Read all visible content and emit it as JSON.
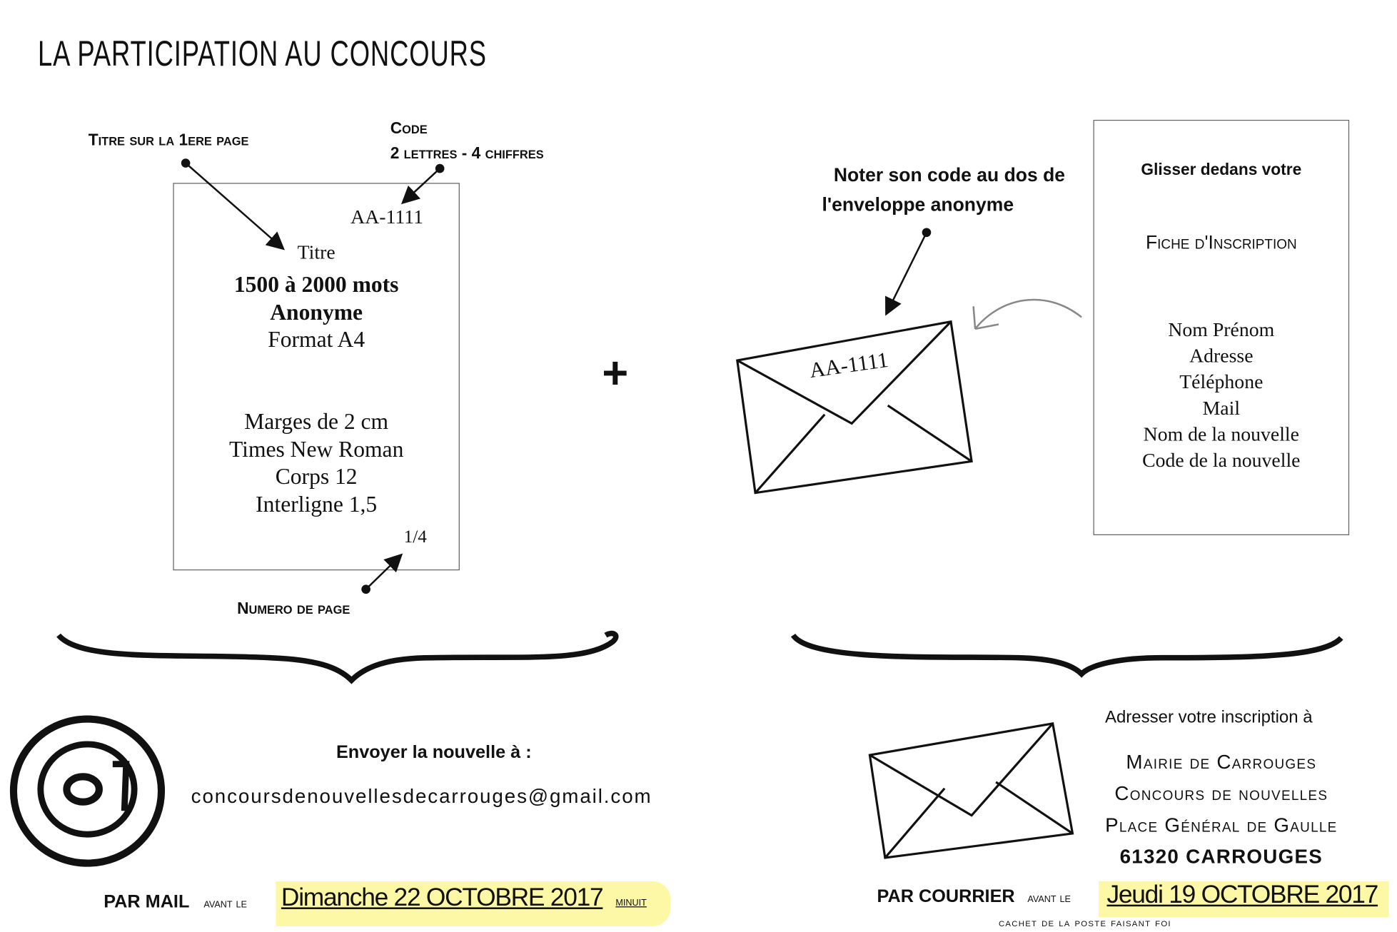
{
  "title": "LA PARTICIPATION AU CONCOURS",
  "manuscript": {
    "label_title": "Titre sur la 1ere page",
    "label_code_line1": "Code",
    "label_code_line2": "2 lettres - 4 chiffres",
    "code": "AA-1111",
    "titre": "Titre",
    "words": "1500 à 2000 mots",
    "anonymous": "Anonyme",
    "format": "Format A4",
    "margins": "Marges de 2 cm",
    "font": "Times New Roman",
    "size": "Corps 12",
    "spacing": "Interligne 1,5",
    "page_number": "1/4",
    "label_page_number": "Numero de page"
  },
  "plus": "+",
  "envelope": {
    "label_line1": "Noter son code au dos de",
    "label_line2": "l'enveloppe anonyme",
    "code": "AA-1111"
  },
  "form": {
    "intro": "Glisser dedans votre",
    "heading": "Fiche d'Inscription",
    "fields": [
      "Nom Prénom",
      "Adresse",
      "Téléphone",
      "Mail",
      "Nom de la nouvelle",
      "Code de la nouvelle"
    ]
  },
  "email_section": {
    "send_to": "Envoyer la nouvelle à :",
    "email": "concoursdenouvellesdecarrouges@gmail.com",
    "by_mail": "PAR MAIL",
    "before": "avant le",
    "deadline": "Dimanche 22 OCTOBRE 2017",
    "time": "minuit"
  },
  "post_section": {
    "address_to": "Adresser votre inscription à",
    "address": [
      "Mairie de Carrouges",
      "Concours de nouvelles",
      "Place Général de Gaulle",
      "61320 CARROUGES"
    ],
    "by_post": "PAR COURRIER",
    "before": "avant le",
    "deadline": "Jeudi 19 OCTOBRE 2017",
    "postmark": "cachet de la poste faisant foi"
  },
  "colors": {
    "highlight": "#fdf8a6",
    "ink": "#111111"
  }
}
